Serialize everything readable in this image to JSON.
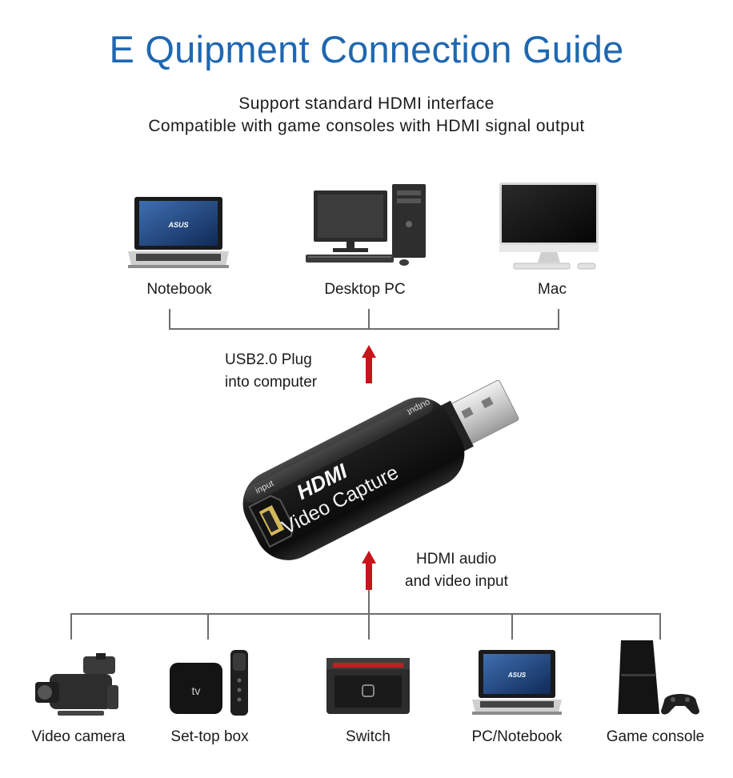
{
  "title": "E Quipment Connection Guide",
  "subtitle_lines": [
    "Support standard HDMI interface",
    "Compatible with game consoles with HDMI signal output"
  ],
  "computers": [
    {
      "label": "Notebook",
      "icon": "notebook-icon"
    },
    {
      "label": "Desktop PC",
      "icon": "desktop-pc-icon"
    },
    {
      "label": "Mac",
      "icon": "imac-icon"
    }
  ],
  "usb_note": [
    "USB2.0 Plug",
    "into computer"
  ],
  "hdmi_note": [
    "HDMI audio",
    "and video input"
  ],
  "device": {
    "brand": "HDMI",
    "model": "Video Capture",
    "port_in": "input",
    "port_out": "output"
  },
  "brand_text": "ASUS",
  "tv_text": "tv",
  "sources": [
    {
      "label": "Video camera",
      "icon": "video-camera-icon"
    },
    {
      "label": "Set-top box",
      "icon": "set-top-box-icon"
    },
    {
      "label": "Switch",
      "icon": "switch-console-icon"
    },
    {
      "label": "PC/Notebook",
      "icon": "notebook-icon"
    },
    {
      "label": "Game console",
      "icon": "game-console-icon"
    }
  ],
  "colors": {
    "title": "#1f67b1",
    "arrow": "#c6141b",
    "line": "#6e6e6e"
  }
}
